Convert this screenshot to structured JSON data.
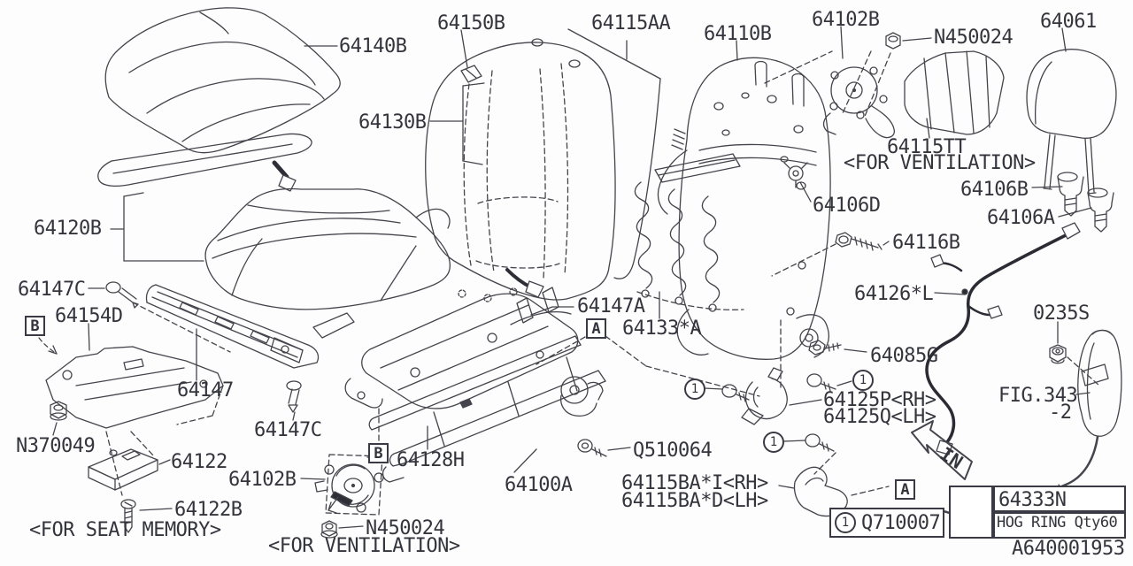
{
  "diagram": {
    "figure_code": "A640001953",
    "markers": {
      "a": "A",
      "b": "B",
      "one": "1",
      "in": "IN"
    },
    "legend": {
      "fastener_ref": "Q710007",
      "hog_ring_part": "64333N",
      "hog_ring_desc": "HOG RING Qty60"
    },
    "labels": {
      "k64140b": "64140B",
      "k64150b": "64150B",
      "k64115aa": "64115AA",
      "k64110b": "64110B",
      "k64102b_top": "64102B",
      "n450024_top": "N450024",
      "k64061": "64061",
      "k64130b": "64130B",
      "k64115tt": "64115TT",
      "vent_top": "<FOR VENTILATION>",
      "k64106b": "64106B",
      "k64106a": "64106A",
      "k64106d": "64106D",
      "k64116b": "64116B",
      "k64126l": "64126*L",
      "k0235s": "0235S",
      "k64085g": "64085G",
      "fig343": "FIG.343",
      "fig343_line2": "-2",
      "k64120b": "64120B",
      "k64147c_front": "64147C",
      "k64154d": "64154D",
      "k64147": "64147",
      "k64147a": "64147A",
      "k64133a": "64133*A",
      "n370049": "N370049",
      "k64147c_rear": "64147C",
      "k64122": "64122",
      "k64102b_bottom": "64102B",
      "k64122b": "64122B",
      "seat_memory": "<FOR SEAT MEMORY>",
      "k64128h": "64128H",
      "k64100a": "64100A",
      "n450024_bottom": "N450024",
      "vent_bottom": "<FOR VENTILATION>",
      "q510064": "Q510064",
      "k64125p": "64125P<RH>",
      "k64125q": "64125Q<LH>",
      "k64115ba_rh": "64115BA*I<RH>",
      "k64115ba_lh": "64115BA*D<LH>"
    }
  }
}
